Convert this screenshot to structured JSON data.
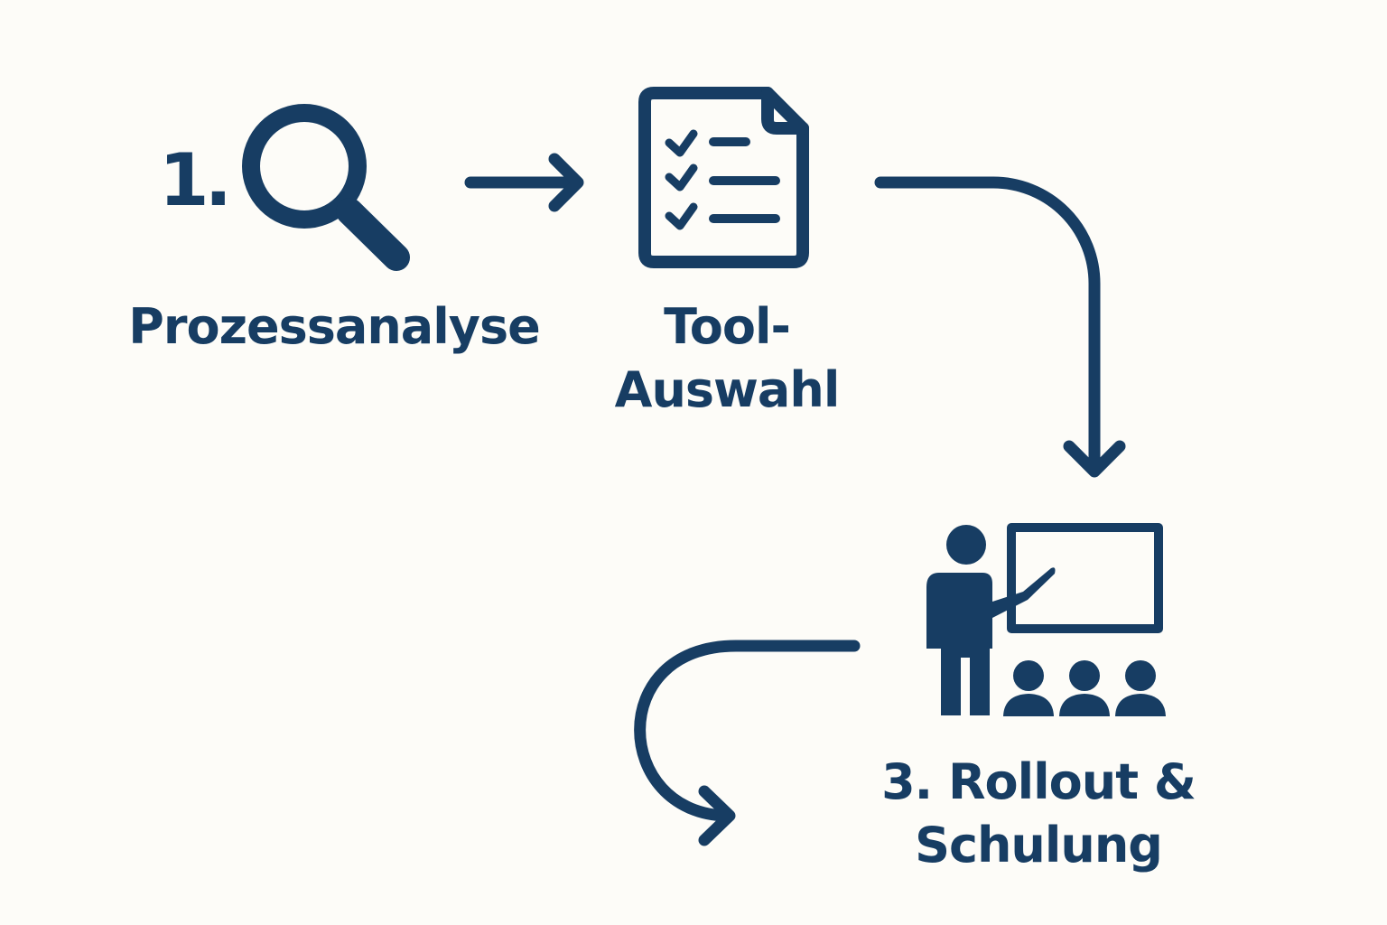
{
  "diagram": {
    "accent_color": "#173d63",
    "background_color": "#fdfcf8",
    "steps": [
      {
        "number": "1.",
        "label": "Prozessanalyse",
        "icon": "magnifying-glass-icon"
      },
      {
        "label_lines": [
          "Tool-",
          "Auswahl"
        ],
        "icon": "checklist-document-icon"
      },
      {
        "label_lines": [
          "3. Rollout &",
          "Schulung"
        ],
        "icon": "presenter-training-icon"
      }
    ],
    "connectors": [
      {
        "from": "Prozessanalyse",
        "to": "Tool-Auswahl",
        "style": "straight-arrow"
      },
      {
        "from": "Tool-Auswahl",
        "to": "Rollout & Schulung",
        "style": "curved-arrow-down"
      },
      {
        "from": "Rollout & Schulung",
        "to": "",
        "style": "curved-arrow-loop-left"
      }
    ]
  }
}
